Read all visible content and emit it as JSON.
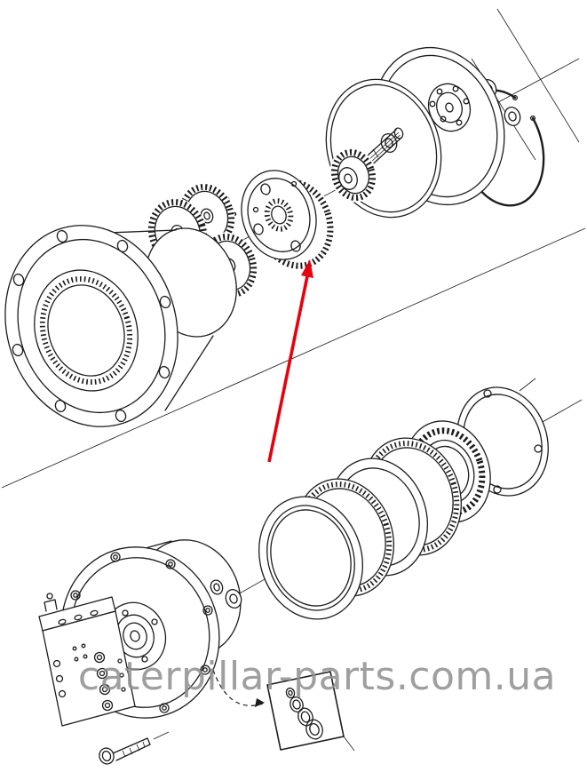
{
  "page": {
    "background": "#ffffff",
    "kind": "exploded-parts-diagram"
  },
  "watermark": {
    "text": "caterpillar-parts.com.ua",
    "color": "#8f8f8f"
  },
  "diagram": {
    "line_color": "#1c1c1c",
    "arrow_color": "#e8000d",
    "parts": [
      "gear-housing",
      "planet-gear",
      "carrier-snap-ring",
      "planet-carrier",
      "sun-gear-shaft",
      "thrust-washer",
      "damper-plate",
      "end-cover",
      "lock-nut",
      "large-snap-ring",
      "friction-disc",
      "roller-bearing",
      "retainer-plate",
      "travel-motor",
      "valve-block",
      "coupler-washer",
      "coupler-nut",
      "mounting-bolt",
      "seal-kit-inset",
      "pointer-arrow"
    ]
  }
}
